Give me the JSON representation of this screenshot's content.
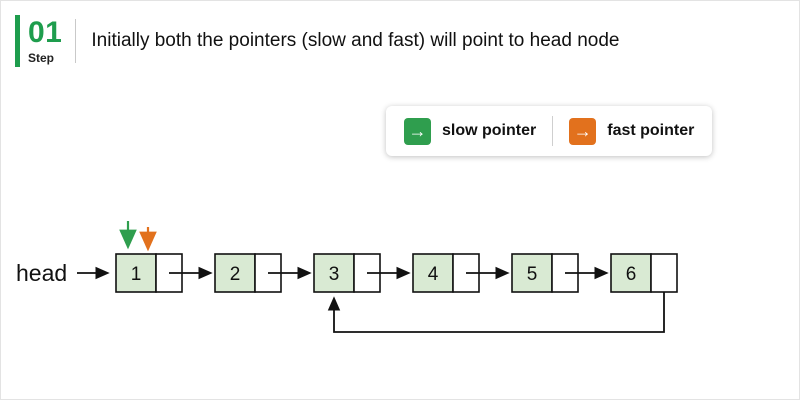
{
  "header": {
    "step_number": "01",
    "step_label": "Step",
    "title": "Initially both the pointers (slow and fast) will point to head node"
  },
  "legend": {
    "slow_label": "slow pointer",
    "fast_label": "fast pointer",
    "slow_color": "#2f9e4e",
    "fast_color": "#e2711d",
    "arrow_glyph": "→"
  },
  "diagram": {
    "head_label": "head",
    "nodes": [
      "1",
      "2",
      "3",
      "4",
      "5",
      "6"
    ],
    "node_fill": "#d9ead3",
    "line_color": "#111111",
    "slow_pointer_color": "#2f9e4e",
    "fast_pointer_color": "#e2711d",
    "cycle": {
      "from": "6",
      "to": "3"
    }
  },
  "colors": {
    "accent_green": "#1e9d4d",
    "page_border": "#e3e3e3"
  }
}
